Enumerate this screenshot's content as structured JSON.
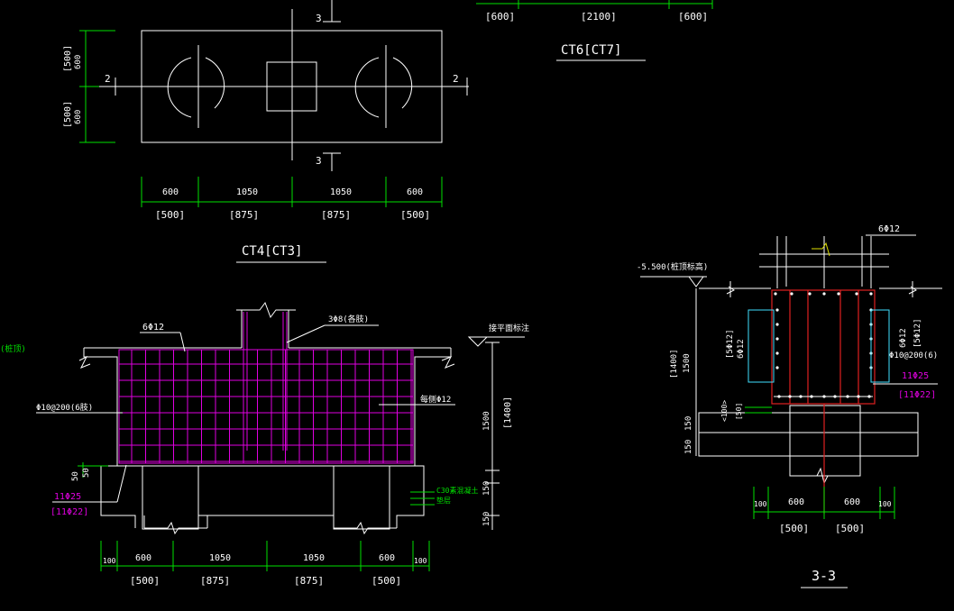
{
  "top": {
    "top_dims": [
      "[600]",
      "[2100]",
      "[600]"
    ],
    "section_label": "3",
    "axis_label": "2",
    "side_dims": [
      "[500]",
      "600",
      "[500]",
      "600"
    ],
    "dims_main": [
      "600",
      "1050",
      "1050",
      "600"
    ],
    "dims_alt": [
      "[500]",
      "[875]",
      "[875]",
      "[500]"
    ],
    "title_right": "CT6[CT7]",
    "title_left": "CT4[CT3]"
  },
  "sec2": {
    "rebar_top": "6Φ12",
    "rebar_stirrup_top": "3Φ8(各肢)",
    "elev_note": "接平面标注",
    "stirrup": "Φ10@200(6肢)",
    "side_bar": "每侧Φ12",
    "bottom_main": "11Φ25",
    "bottom_alt": "[11Φ22]",
    "dim_h": "1500",
    "dim_h_alt": "[1400]",
    "dim_50": "50",
    "dim_150": "150",
    "dim_150b": "150",
    "concrete": "C30素混凝土",
    "concrete2": "垫层",
    "edge_label": "(桩顶)",
    "bottom_dims": [
      "100",
      "600",
      "1050",
      "1050",
      "600",
      "100"
    ],
    "bottom_dims_alt": [
      "[500]",
      "[875]",
      "[875]",
      "[500]"
    ]
  },
  "sec3": {
    "rebar_top": "6Φ12",
    "elev": "-5.500(桩顶标高)",
    "dim_h": "[1400]",
    "dim_h2": "1500",
    "side_left": "[5Φ12]",
    "side_left2": "6Φ12",
    "side_right": "6Φ12",
    "side_right2": "[5Φ12]",
    "stirrup": "Φ10@200(6)",
    "bottom_main": "11Φ25",
    "bottom_alt": "[11Φ22]",
    "left_small": "<100>",
    "left_small2": "[50]",
    "dim_150": "150",
    "dim_150b": "150",
    "bottom_dims": [
      "100",
      "600",
      "600",
      "100"
    ],
    "bottom_dims_alt": [
      "[500]",
      "[500]"
    ],
    "title": "3-3"
  }
}
